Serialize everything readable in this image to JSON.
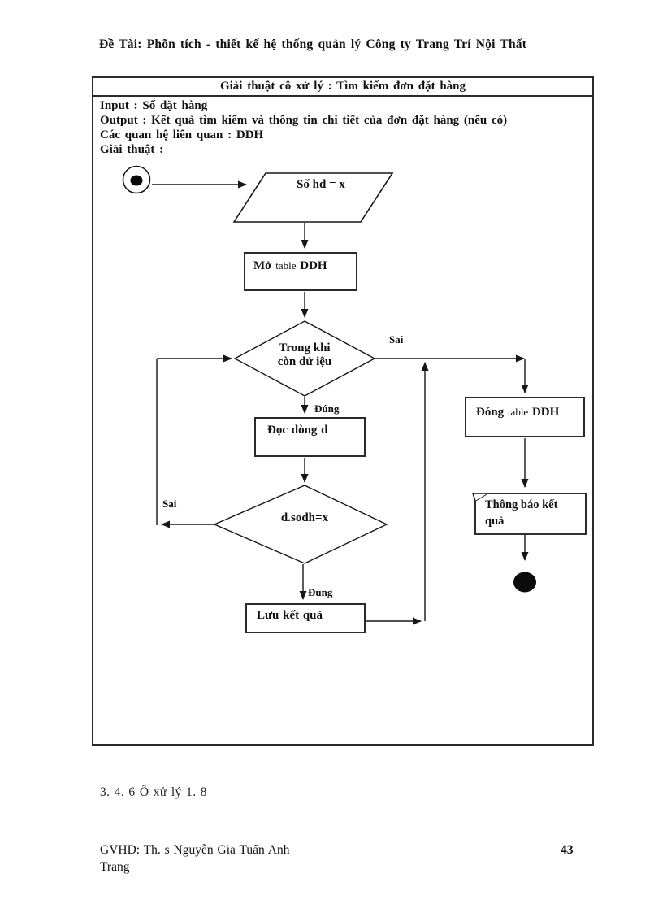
{
  "colors": {
    "ink": "#111111",
    "paper": "#ffffff"
  },
  "header": {
    "title": "Đề Tài: Phõn tích - thiết kế hệ thống quản lý Công ty Trang Trí Nội Thất"
  },
  "panel": {
    "title": "Giải thuật cô xử lý : Tìm kiếm đơn đặt hàng",
    "info": {
      "input": "Input : Số đặt hàng",
      "output": "Output : Kết quả tìm kiếm và thông tin chi tiết của đơn đặt hàng (nếu có)",
      "relations": "Các quan hệ liên quan : DDH",
      "algorithm": "Giải thuật :"
    }
  },
  "flowchart": {
    "input_node": "Số hd = x",
    "open_table": {
      "action": "Mở",
      "keyword": "table",
      "object": "DDH"
    },
    "loop_condition": {
      "line1": "Trong khi",
      "line2": "còn dử iệu"
    },
    "read_row": "Đọc dòng d",
    "compare": "d.sodh=x",
    "save_result": "Lưu kết quả",
    "close_table": {
      "action": "Đóng",
      "keyword": "table",
      "object": "DDH"
    },
    "notify": {
      "line1": "Thông báo kết",
      "line2": "quả"
    },
    "branch_labels": {
      "sai_top": "Sai",
      "dung_top": "Đúng",
      "sai_left": "Sai",
      "dung_bottom": "Đúng"
    }
  },
  "section": {
    "label": "3. 4. 6 Ô xử lý 1. 8"
  },
  "footer": {
    "left_line1": "GVHD: Th. s Nguyễn Gia Tuấn Anh",
    "left_line2": "Trang",
    "page_number": "43"
  }
}
